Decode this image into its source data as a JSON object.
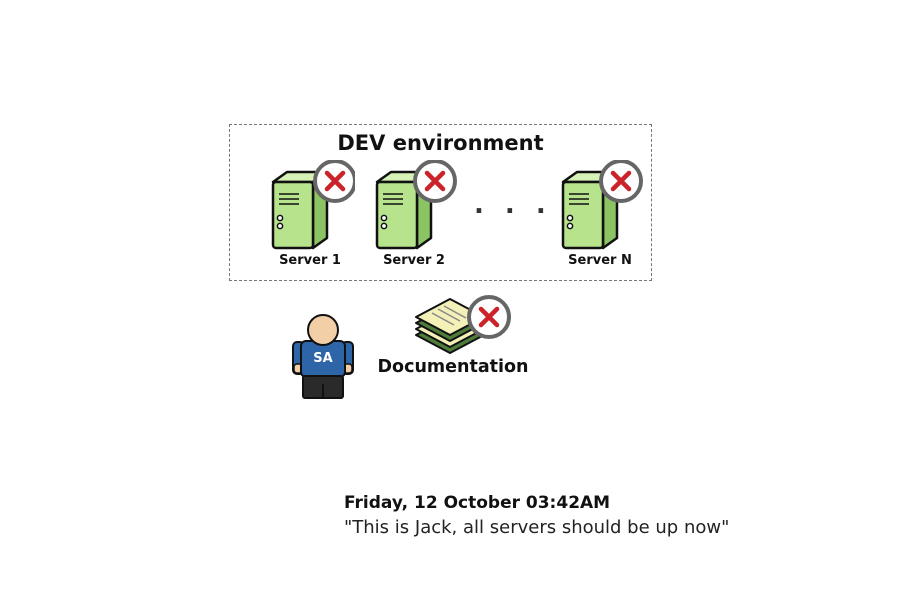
{
  "environment": {
    "title": "DEV environment",
    "servers": [
      {
        "label": "Server 1",
        "status": "down"
      },
      {
        "label": "Server 2",
        "status": "down"
      },
      {
        "label": "Server N",
        "status": "down"
      }
    ],
    "ellipsis": ". . ."
  },
  "admin": {
    "badge": "SA"
  },
  "documentation": {
    "label": "Documentation",
    "status": "missing"
  },
  "message": {
    "timestamp": "Friday, 12 October 03:42AM",
    "quote": "\"This is Jack, all servers should be up now\""
  },
  "colors": {
    "server_green": "#b6e38c",
    "error_red": "#cc2229",
    "shirt_blue": "#2e64a8",
    "skin": "#f2cfa6"
  }
}
